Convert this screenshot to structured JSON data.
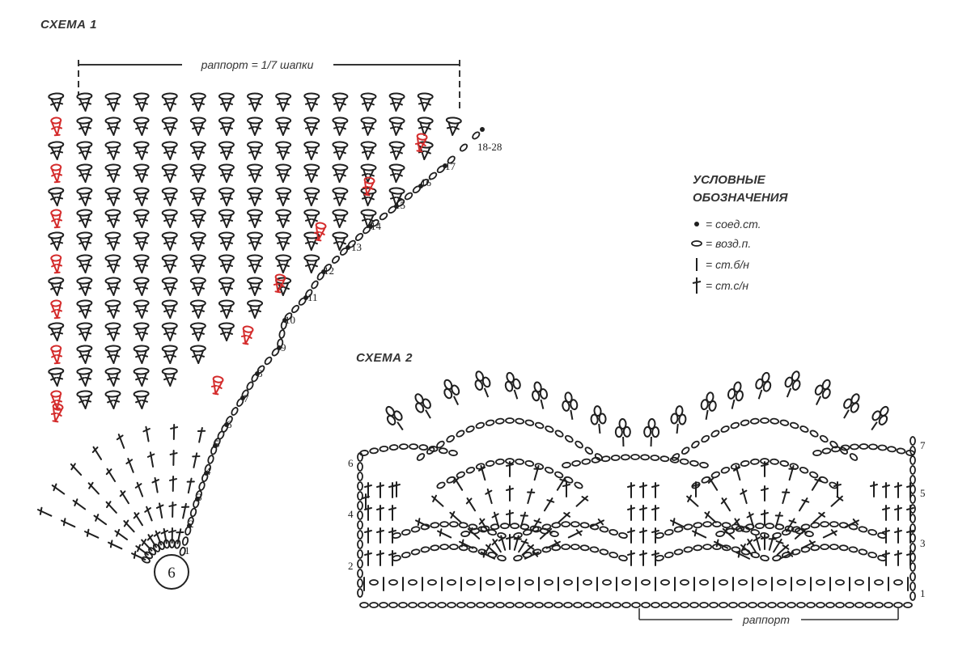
{
  "scheme1": {
    "title": "СХЕМА 1",
    "repeat_label": "раппорт = 1/7 шапки",
    "center_label": "6",
    "row_labels": [
      "1",
      "2",
      "3",
      "4",
      "5",
      "6",
      "7",
      "8",
      "9",
      "10",
      "11",
      "12",
      "13",
      "14",
      "15",
      "16",
      "17",
      "18-28"
    ]
  },
  "legend": {
    "title_line1": "УСЛОВНЫЕ",
    "title_line2": "ОБОЗНАЧЕНИЯ",
    "items": [
      {
        "icon": "slip-stitch-dot-icon",
        "label": "= соед.ст."
      },
      {
        "icon": "chain-stitch-oval-icon",
        "label": "= возд.п."
      },
      {
        "icon": "single-crochet-bar-icon",
        "label": "= ст.б/н"
      },
      {
        "icon": "double-crochet-bar-icon",
        "label": "= ст.с/н"
      }
    ]
  },
  "scheme2": {
    "title": "СХЕМА 2",
    "repeat_label": "раппорт",
    "row_labels_left": [
      "2",
      "4",
      "6"
    ],
    "row_labels_right": [
      "1",
      "3",
      "5",
      "7"
    ]
  },
  "colors": {
    "ink": "#1f1f1f",
    "accent": "#d42b2b"
  }
}
